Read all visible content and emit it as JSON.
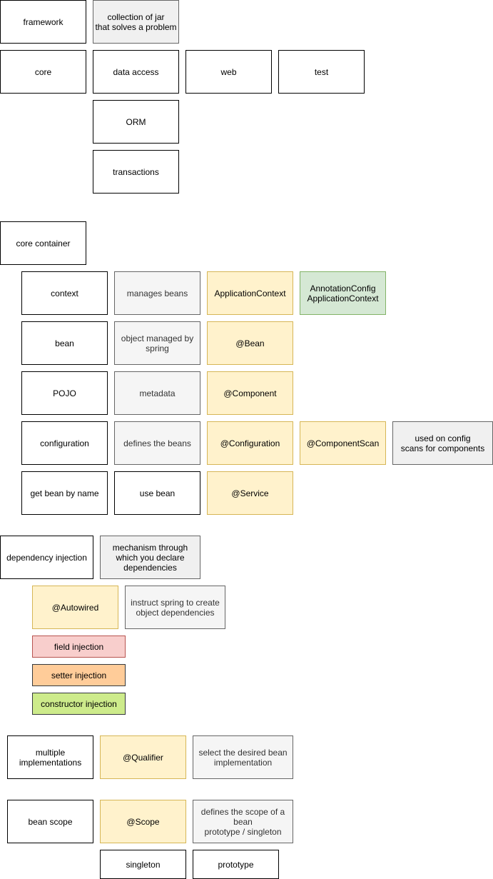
{
  "overview": {
    "framework": "framework",
    "framework_desc": "collection of jar\nthat solves a problem",
    "core": "core",
    "data_access": "data access",
    "web": "web",
    "test": "test",
    "orm": "ORM",
    "transactions": "transactions"
  },
  "core_container": {
    "title": "core container",
    "rows": [
      [
        "context",
        "manages beans",
        "ApplicationContext",
        "AnnotationConfig\nApplicationContext"
      ],
      [
        "bean",
        "object managed by\nspring",
        "@Bean"
      ],
      [
        "POJO",
        "metadata",
        "@Component"
      ],
      [
        "configuration",
        "defines the beans",
        "@Configuration",
        "@ComponentScan",
        "used on config\nscans for components"
      ],
      [
        "get bean by name",
        "use bean",
        "@Service"
      ]
    ]
  },
  "dependency_injection": {
    "title": "dependency injection",
    "desc": "mechanism through\nwhich you declare\ndependencies",
    "autowired": "@Autowired",
    "autowired_desc": "instruct spring to create\nobject dependencies",
    "types": [
      "field injection",
      "setter injection",
      "constructor injection"
    ]
  },
  "qualifier": {
    "title": "multiple\nimplementations",
    "annotation": "@Qualifier",
    "desc": "select the desired bean\nimplementation"
  },
  "scope": {
    "title": "bean scope",
    "annotation": "@Scope",
    "desc": "defines the scope of a\nbean\nprototype / singleton",
    "options": [
      "singleton",
      "prototype"
    ]
  },
  "colors": {
    "annotation_fill": "#fff2cc",
    "annotation_border": "#d6b656",
    "description_fill": "#f5f5f5",
    "class_fill": "#d5e8d4",
    "field_injection_fill": "#f8cecc",
    "setter_injection_fill": "#ffcc99",
    "constructor_injection_fill": "#cdeb8b"
  }
}
